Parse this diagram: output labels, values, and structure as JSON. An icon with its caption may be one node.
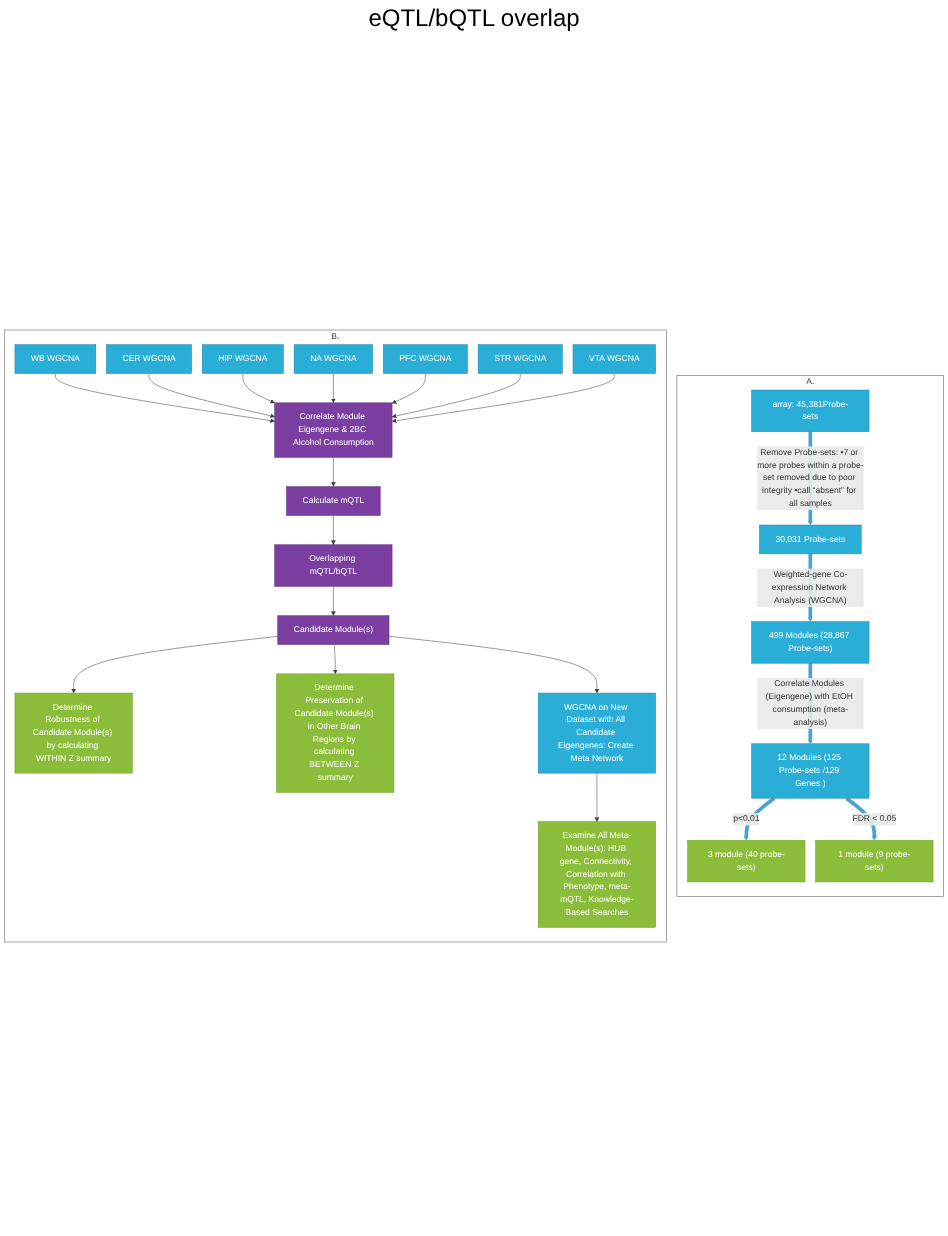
{
  "diagram": {
    "nodes": [
      {
        "text": [
          "A."
        ]
      },
      {
        "text": [
          "array: 45,381Probe-sets"
        ],
        "in": 0
      },
      {
        "text": [
          "30,031 Probe-sets"
        ],
        "in": 0
      },
      {
        "text": [
          "3 module (40 probe-sets)"
        ],
        "in": 0
      },
      {
        "text": [
          "499 Modules (28,867 Probe-sets)"
        ],
        "in": 0
      },
      {
        "text": [
          "12 Modules (125 Probe-sets /129 Genes )"
        ],
        "in": 0
      },
      {
        "text": [
          "1 module (9 probe-sets)"
        ],
        "in": 0
      },
      {
        "text": [
          "B."
        ]
      },
      {
        "text": [
          "WB WGCNA"
        ],
        "in": 7
      },
      {
        "text": [
          "CER WGCNA"
        ],
        "in": 7
      },
      {
        "text": [
          "HIP WGCNA"
        ],
        "in": 7
      },
      {
        "text": [
          "NA WGCNA"
        ],
        "in": 7
      },
      {
        "text": [
          "PFC WGCNA"
        ],
        "in": 7
      },
      {
        "text": [
          "STR WGCNA"
        ],
        "in": 7
      },
      {
        "text": [
          "VTA WGCNA"
        ],
        "in": 7
      },
      {
        "text": [
          "Correlate Module Eigengene & 2BC Alcohol Consumption"
        ],
        "in": 7
      },
      {
        "text": [
          "Examine All Meta-Module(s): HUB gene, Connectivity, Correlation with Phenotype, meta-mQTL, Knowledge-Based Searches"
        ],
        "in": 7
      },
      {
        "text": [
          "Determine Robustness of Candidate Module(s) by calculating WITHIN Z summary"
        ],
        "in": 7
      },
      {
        "text": [
          "Calculate mQTL"
        ],
        "in": 7
      },
      {
        "text": [
          "Overlapping mQTL/bQTL"
        ],
        "in": 7
      },
      {
        "text": [
          "Determine Preservation of Candidate Module(s) in Other Brain Regions by calculating BETWEEN Z summary"
        ],
        "in": 7
      },
      {
        "text": [
          "Candidate Module(s)"
        ],
        "in": 7
      },
      {
        "text": [
          "WGCNA on New Dataset with All Candidate Eigengenes: Create Meta Network"
        ],
        "in": 7
      }
    ],
    "edges": [
      {
        "from": 1,
        "to": 2,
        "arrow": "to",
        "label": "Remove Probe-sets: •7 or more probes within a probe-set removed due to poor integrity •call “absent” for all samples",
        "style": "thick",
        "color": "#4aa3c8"
      },
      {
        "from": 2,
        "to": 4,
        "arrow": "to",
        "label": "Weighted-gene Co-expression Network Analysis (WGCNA)",
        "style": "thick",
        "color": "#4aa3c8"
      },
      {
        "from": 4,
        "to": 5,
        "arrow": "to",
        "label": "Correlate Modules (Eigengene) with EtOH consumption (meta-analysis)",
        "style": "thick",
        "color": "#4aa3c8"
      },
      {
        "from": 5,
        "to": 3,
        "arrow": "to",
        "label": "p<0.01",
        "style": "thick",
        "color": "#4aa3c8"
      },
      {
        "from": 5,
        "to": 6,
        "arrow": "to",
        "label": "FDR < 0.05",
        "style": "thick",
        "color": "#4aa3c8"
      },
      {
        "from": 8,
        "to": 15,
        "arrow": "to"
      },
      {
        "from": 9,
        "to": 15,
        "arrow": "to"
      },
      {
        "from": 10,
        "to": 15,
        "arrow": "to"
      },
      {
        "from": 11,
        "to": 15,
        "arrow": "to"
      },
      {
        "from": 12,
        "to": 15,
        "arrow": "to"
      },
      {
        "from": 13,
        "to": 15,
        "arrow": "to"
      },
      {
        "from": 14,
        "to": 15,
        "arrow": "to"
      },
      {
        "from": 15,
        "to": 18,
        "arrow": "to"
      },
      {
        "from": 18,
        "to": 19,
        "arrow": "to"
      },
      {
        "from": 19,
        "to": 21,
        "arrow": "to"
      },
      {
        "from": 21,
        "to": 17,
        "arrow": "to"
      },
      {
        "from": 21,
        "to": 20,
        "arrow": "to"
      },
      {
        "from": 21,
        "to": 22,
        "arrow": "to"
      },
      {
        "from": 22,
        "to": 16,
        "arrow": "to"
      }
    ],
    "labels": [
      "eQTL/bQTL overlap"
    ]
  }
}
